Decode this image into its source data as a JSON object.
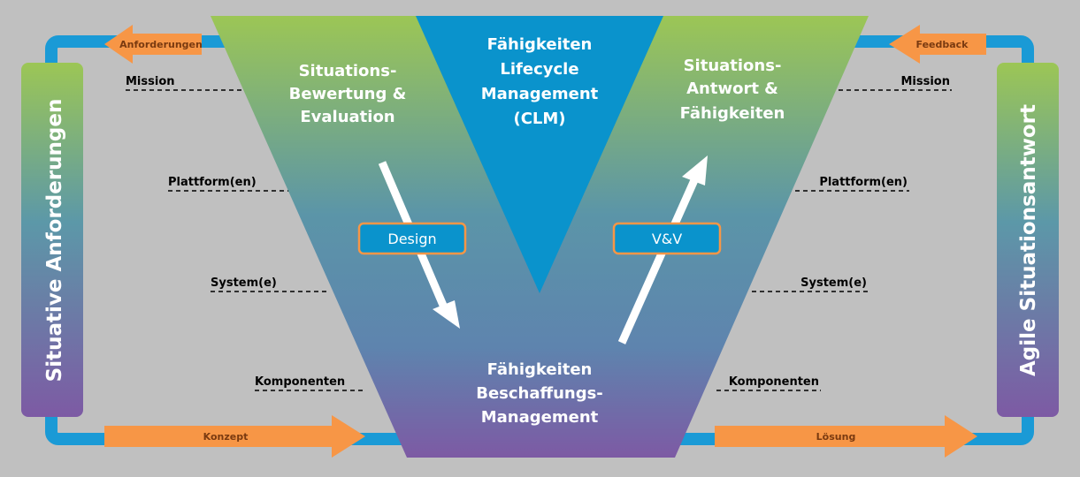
{
  "left_panel": {
    "title": "Situative Anforderungen"
  },
  "right_panel": {
    "title": "Agile Situationsantwort"
  },
  "top_arrows": {
    "left": "Anforderungen",
    "right": "Feedback"
  },
  "bottom_arrows": {
    "left": "Konzept",
    "right": "Lösung"
  },
  "levels": [
    "Mission",
    "Plattform(en)",
    "System(e)",
    "Komponenten"
  ],
  "v_left_title": [
    "Situations-",
    "Bewertung &",
    "Evaluation"
  ],
  "v_center_title": [
    "Fähigkeiten",
    "Lifecycle",
    "Management",
    "(CLM)"
  ],
  "v_right_title": [
    "Situations-",
    "Antwort &",
    "Fähigkeiten"
  ],
  "v_bottom_title": [
    "Fähigkeiten",
    "Beschaffungs-",
    "Management"
  ],
  "design_label": "Design",
  "vv_label": "V&V",
  "colors": {
    "background": "#c0c0c0",
    "blue_loop": "#1a9ad6",
    "inner_blue": "#0a93cc",
    "orange": "#f79646",
    "gradient_top": "#8fbf57",
    "gradient_mid": "#5b8fa8",
    "gradient_bottom": "#7b5ea6"
  }
}
